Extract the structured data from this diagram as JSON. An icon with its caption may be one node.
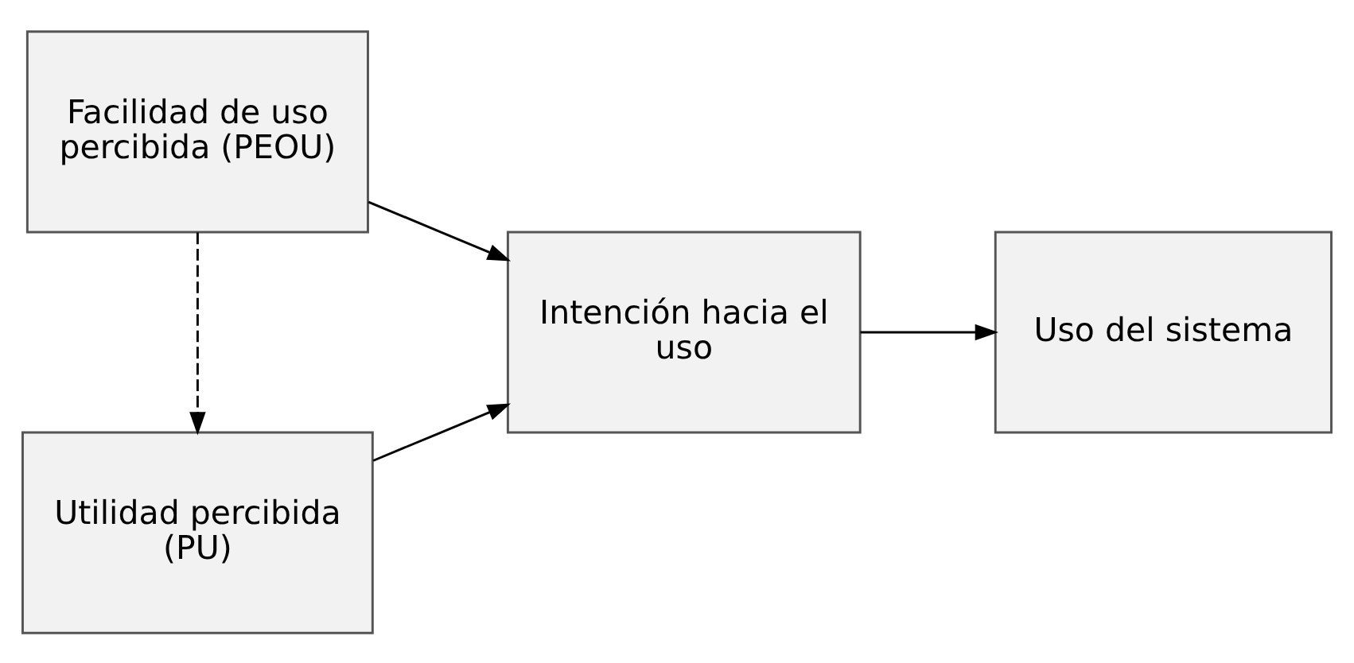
{
  "diagram": {
    "nodes": [
      {
        "text": [
          "Utilidad percibida (PU)"
        ]
      },
      {
        "text": [
          "Intención hacia el uso"
        ]
      },
      {
        "text": [
          "Uso del sistema"
        ]
      },
      {
        "text": [
          "Facilidad de uso percibida (PEOU)"
        ]
      }
    ],
    "edges": [
      {
        "from": 0,
        "to": 1,
        "arrow": "to"
      },
      {
        "from": 3,
        "to": 0,
        "arrow": "to",
        "style": "dashed"
      },
      {
        "from": 3,
        "to": 1,
        "arrow": "to"
      },
      {
        "from": 1,
        "to": 2,
        "arrow": "to"
      }
    ]
  }
}
